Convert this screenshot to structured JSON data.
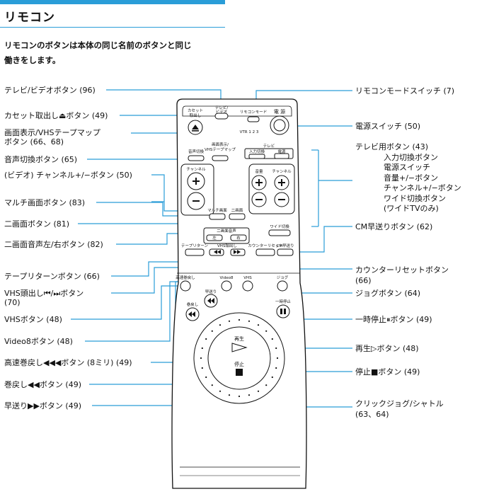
{
  "header": {
    "title": "リモコン",
    "intro_line1": "リモコンのボタンは本体の同じ名前のボタンと同じ",
    "intro_line2": "働きをします。"
  },
  "left_labels": {
    "tv_video": "テレビ/ビデオボタン (96)",
    "eject": "カセット取出し⏏ボタン (49)",
    "display_line1": "画面表示/VHSテープマップ",
    "display_line2": "ボタン (66、68)",
    "audio": "音声切換ボタン (65)",
    "video_channel": "(ビデオ) チャンネル+/−ボタン (50)",
    "multi": "マルチ画面ボタン (83)",
    "dual": "二画面ボタン (81)",
    "dual_audio": "二画面音声左/右ボタン (82)",
    "tape_return": "テープリターンボタン (66)",
    "vhs_index_line1": "VHS頭出し⏮/⏭ボタン",
    "vhs_index_line2": "(70)",
    "vhs": "VHSボタン (48)",
    "video8": "Video8ボタン (48)",
    "fast_rewind": "高速巻戻し◀◀◀ボタン (8ミリ) (49)",
    "rewind": "巻戻し◀◀ボタン (49)",
    "fast_forward": "早送り▶▶ボタン (49)"
  },
  "right_labels": {
    "mode_switch": "リモコンモードスイッチ (7)",
    "power": "電源スイッチ (50)",
    "tv_buttons_title": "テレビ用ボタン (43)",
    "tv_input": "入力切換ボタン",
    "tv_power": "電源スイッチ",
    "tv_volume": "音量+/−ボタン",
    "tv_channel": "チャンネル+/−ボタン",
    "tv_wide": "ワイド切換ボタン",
    "tv_wide_note": "(ワイドTVのみ)",
    "cm_skip": "CM早送りボタン (62)",
    "counter_line1": "カウンターリセットボタン",
    "counter_line2": "(66)",
    "jog": "ジョグボタン (64)",
    "pause": "一時停止⏸ボタン (49)",
    "play": "再生▷ボタン (48)",
    "stop": "停止■ボタン (49)",
    "shuttle_line1": "クリックジョグ/シャトル",
    "shuttle_line2": "(63、64)"
  },
  "remote": {
    "eject_label1": "カセット",
    "eject_label2": "取出し",
    "tvvideo_label1": "テレビ/",
    "tvvideo_label2": "ビデオ",
    "mode_label": "リモコンモード",
    "vtr_label": "VTR 1  2  3",
    "power_label": "電 源",
    "display_label1": "画面表示/",
    "display_label2": "VHSテープマップ",
    "audio_label": "音声切換",
    "tv_box_label": "テレビ",
    "input_label": "入力切換",
    "tv_power_label": "電源",
    "channel_label": "チャンネル",
    "volume_label": "音量",
    "multi_label": "マルチ画面",
    "dual_label": "二画面",
    "dual_audio_label": "二画面音声",
    "left_label": "左",
    "right_label": "右",
    "wide_label": "ワイド切換",
    "tape_return_label": "テープリターン",
    "vhs_index_label": "VHS頭出し",
    "counter_label": "カウンターリセット",
    "cm_label": "CM早送り",
    "fast_rew_label": "高速巻戻し",
    "video8_label": "Video8",
    "vhs_label": "VHS",
    "jog_label": "ジョグ",
    "ff_label": "早送り",
    "rew_label": "巻戻し",
    "pause_label": "一時停止",
    "play_label": "再生",
    "stop_label": "停止"
  },
  "colors": {
    "accent": "#2a9dd8",
    "line": "#2a9dd8",
    "remote_outline": "#111111"
  }
}
